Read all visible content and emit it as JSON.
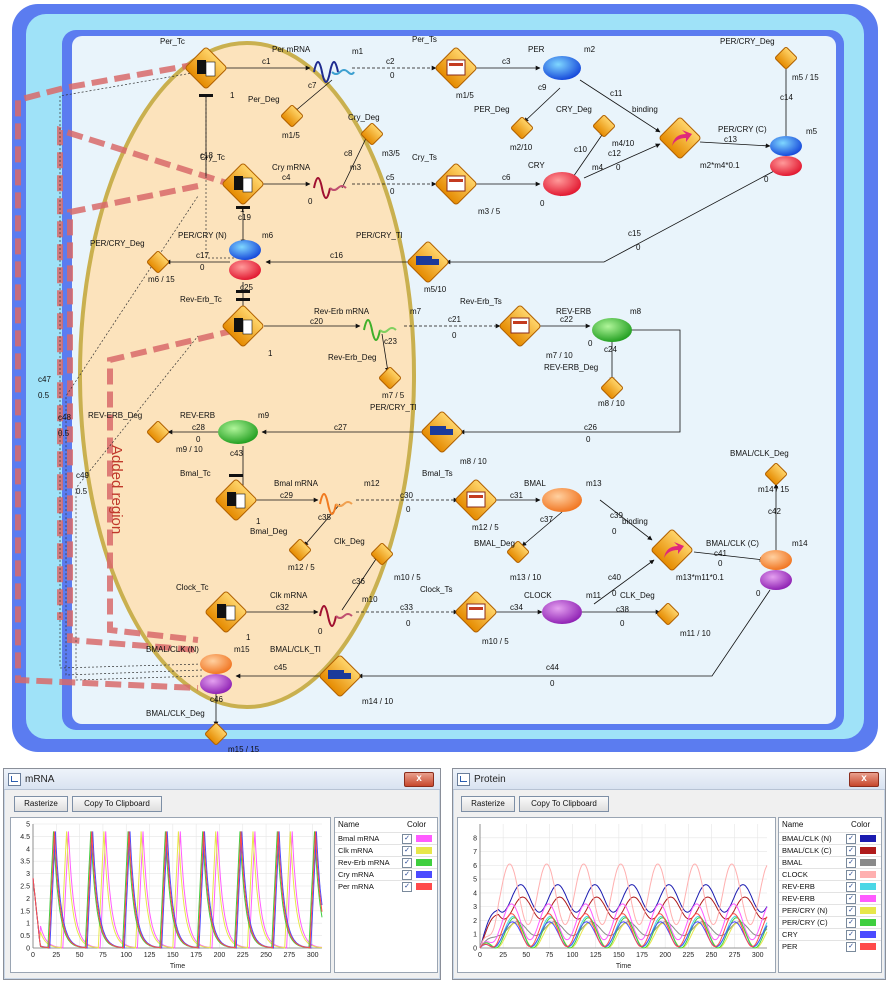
{
  "diagram": {
    "annotation": "Added region",
    "nodes": {
      "per_tc": "Per_Tc",
      "per_mrna": "Per mRNA",
      "m1": "m1",
      "per_ts": "Per_Ts",
      "per": "PER",
      "m2": "m2",
      "per_cry_deg_top": "PER/CRY_Deg",
      "m5_15": "m5 / 15",
      "per_deg": "Per_Deg",
      "m1_5": "m1/5",
      "cry_deg": "Cry_Deg",
      "per_deg2": "PER_Deg",
      "m2_10": "m2/10",
      "cry_deg2": "CRY_Deg",
      "binding1": "binding",
      "per_cry_c": "PER/CRY (C)",
      "m5": "m5",
      "m2m4": "m2*m4*0.1",
      "cry_tc": "Cry_Tc",
      "cry_mrna": "Cry mRNA",
      "cry_ts": "Cry_Ts",
      "cry": "CRY",
      "m3_5": "m3 / 5",
      "m3_5b": "m3/5",
      "per_cry_n": "PER/CRY (N)",
      "m6": "m6",
      "per_cry_tl": "PER/CRY_Tl",
      "per_cry_deg2": "PER/CRY_Deg",
      "m6_15": "m6 / 15",
      "m5_10": "m5/10",
      "rev_erb_tc": "Rev-Erb_Tc",
      "rev_erb_mrna": "Rev-Erb mRNA",
      "m7": "m7",
      "rev_erb_ts": "Rev-Erb_Ts",
      "rev_erb_top": "REV-ERB",
      "m8": "m8",
      "rev_erb_deg": "Rev-Erb_Deg",
      "m7_10": "m7 / 10",
      "rev_erb_deg2": "REV-ERB_Deg",
      "m7_5": "m7 / 5",
      "m8_10": "m8 / 10",
      "per_cry_tl2": "PER/CRY_Tl",
      "rev_erb_deg3": "REV-ERB_Deg",
      "rev_erb": "REV-ERB",
      "m9": "m9",
      "m9_10": "m9 / 10",
      "m8_10b": "m8 / 10",
      "bmal_tc": "Bmal_Tc",
      "bmal_mrna": "Bmal mRNA",
      "m12": "m12",
      "bmal_ts": "Bmal_Ts",
      "bmal": "BMAL",
      "m13": "m13",
      "bmal_clk_deg": "BMAL/CLK_Deg",
      "m14_15": "m14 / 15",
      "bmal_deg": "Bmal_Deg",
      "m12_5": "m12 / 5",
      "clk_deg": "Clk_Deg",
      "m12_5b": "m12 / 5",
      "bmal_deg2": "BMAL_Deg",
      "m13_10": "m13 / 10",
      "binding2": "binding",
      "bmal_clk_c": "BMAL/CLK (C)",
      "m14": "m14",
      "m13m11": "m13*m11*0.1",
      "clock_tc": "Clock_Tc",
      "clk_mrna": "Clk mRNA",
      "m10": "m10",
      "clock_ts": "Clock_Ts",
      "clock": "CLOCK",
      "m11": "m11",
      "clk_deg2": "CLK_Deg",
      "m10_5": "m10 / 5",
      "m10_5b": "m10 / 5",
      "m11_10": "m11 / 10",
      "bmal_clk_n": "BMAL/CLK (N)",
      "m15": "m15",
      "bmal_clk_tl": "BMAL/CLK_Tl",
      "bmal_clk_deg2": "BMAL/CLK_Deg",
      "m15_15": "m15 / 15",
      "m14_10": "m14 / 10"
    },
    "edges": {
      "c1": "c1",
      "c2": "c2",
      "c3": "c3",
      "c4": "c4",
      "c5": "c5",
      "c6": "c6",
      "c7": "c7",
      "c8": "c8",
      "c9": "c9",
      "c10": "c10",
      "c11": "c11",
      "c12": "c12",
      "c13": "c13",
      "c14": "c14",
      "c15": "c15",
      "c16": "c16",
      "c17": "c17",
      "c18": "c18",
      "c19": "c19",
      "c20": "c20",
      "c21": "c21",
      "c22": "c22",
      "c23": "c23",
      "c24": "c24",
      "c25": "c25",
      "c26": "c26",
      "c27": "c27",
      "c28": "c28",
      "c29": "c29",
      "c30": "c30",
      "c31": "c31",
      "c32": "c32",
      "c33": "c33",
      "c34": "c34",
      "c35": "c35",
      "c36": "c36",
      "c37": "c37",
      "c38": "c38",
      "c39": "c39",
      "c40": "c40",
      "c41": "c41",
      "c42": "c42",
      "c43": "c43",
      "c44": "c44",
      "c45": "c45",
      "c46": "c46",
      "c47": "c47",
      "c48": "c48",
      "c49": "c49",
      "c47v": "0.5",
      "c48v": "0.5",
      "c49v": "0.5",
      "m4": "m4",
      "m4_10": "m4/10",
      "one": "1",
      "zero": "0",
      "m3": "m3"
    }
  },
  "mrna_window": {
    "title": "mRNA",
    "rasterize": "Rasterize",
    "copy": "Copy To Clipboard",
    "close": "x",
    "legend_name": "Name",
    "legend_color": "Color",
    "check": "✓",
    "xlabel": "Time",
    "items": [
      {
        "name": "Bmal mRNA",
        "color": "#ff5cff"
      },
      {
        "name": "Clk mRNA",
        "color": "#e7e74a"
      },
      {
        "name": "Rev-Erb mRNA",
        "color": "#3fcf3f"
      },
      {
        "name": "Cry mRNA",
        "color": "#4b4bff"
      },
      {
        "name": "Per mRNA",
        "color": "#ff4b4b"
      }
    ]
  },
  "protein_window": {
    "title": "Protein",
    "rasterize": "Rasterize",
    "copy": "Copy To Clipboard",
    "close": "x",
    "legend_name": "Name",
    "legend_color": "Color",
    "check": "✓",
    "xlabel": "Time",
    "items": [
      {
        "name": "BMAL/CLK (N)",
        "color": "#1b1bb0"
      },
      {
        "name": "BMAL/CLK (C)",
        "color": "#b01b1b"
      },
      {
        "name": "BMAL",
        "color": "#8a8a8a"
      },
      {
        "name": "CLOCK",
        "color": "#ffb0b0"
      },
      {
        "name": "REV-ERB",
        "color": "#4bd7e6"
      },
      {
        "name": "REV-ERB",
        "color": "#ff5cff"
      },
      {
        "name": "PER/CRY (N)",
        "color": "#e7e74a"
      },
      {
        "name": "PER/CRY (C)",
        "color": "#3fcf3f"
      },
      {
        "name": "CRY",
        "color": "#4b4bff"
      },
      {
        "name": "PER",
        "color": "#ff4b4b"
      }
    ]
  },
  "chart_data": [
    {
      "type": "line",
      "title": "mRNA",
      "xlabel": "Time",
      "ylabel": "",
      "xlim": [
        0,
        310
      ],
      "ylim": [
        0,
        5.0
      ],
      "x_ticks": [
        0,
        25,
        50,
        75,
        100,
        125,
        150,
        175,
        200,
        225,
        250,
        275,
        300
      ],
      "y_ticks": [
        0.0,
        0.5,
        1.0,
        1.5,
        2.0,
        2.5,
        3.0,
        3.5,
        4.0,
        4.5,
        5.0
      ],
      "period": 40,
      "series": [
        {
          "name": "Bmal mRNA",
          "peak": 4.7,
          "phase": 32
        },
        {
          "name": "Clk mRNA",
          "peak": 4.7,
          "phase": 30
        },
        {
          "name": "Rev-Erb mRNA",
          "peak": 4.7,
          "phase": 16
        },
        {
          "name": "Cry mRNA",
          "peak": 4.7,
          "phase": 18
        },
        {
          "name": "Per mRNA",
          "peak": 4.7,
          "phase": 17
        }
      ]
    },
    {
      "type": "line",
      "title": "Protein",
      "xlabel": "Time",
      "ylabel": "",
      "xlim": [
        0,
        310
      ],
      "ylim": [
        0,
        9
      ],
      "x_ticks": [
        0,
        25,
        50,
        75,
        100,
        125,
        150,
        175,
        200,
        225,
        250,
        275,
        300
      ],
      "y_ticks": [
        0,
        1,
        2,
        3,
        4,
        5,
        6,
        7,
        8
      ],
      "period": 40,
      "series": [
        {
          "name": "BMAL/CLK (N)",
          "base": 3.6,
          "amp": 1.0,
          "phase": 34
        },
        {
          "name": "BMAL/CLK (C)",
          "base": 2.9,
          "amp": 0.8,
          "phase": 36
        },
        {
          "name": "BMAL",
          "base": 1.4,
          "amp": 0.5,
          "phase": 30
        },
        {
          "name": "CLOCK",
          "base": 3.9,
          "amp": 2.2,
          "phase": 22
        },
        {
          "name": "REV-ERB",
          "base": 1.2,
          "amp": 1.1,
          "phase": 26
        },
        {
          "name": "REV-ERB",
          "base": 1.9,
          "amp": 1.3,
          "phase": 24
        },
        {
          "name": "PER/CRY (N)",
          "base": 0.9,
          "amp": 0.9,
          "phase": 28
        },
        {
          "name": "PER/CRY (C)",
          "base": 1.1,
          "amp": 1.1,
          "phase": 27
        },
        {
          "name": "CRY",
          "base": 1.0,
          "amp": 0.9,
          "phase": 25
        },
        {
          "name": "PER",
          "base": 1.3,
          "amp": 1.2,
          "phase": 24
        }
      ]
    }
  ]
}
